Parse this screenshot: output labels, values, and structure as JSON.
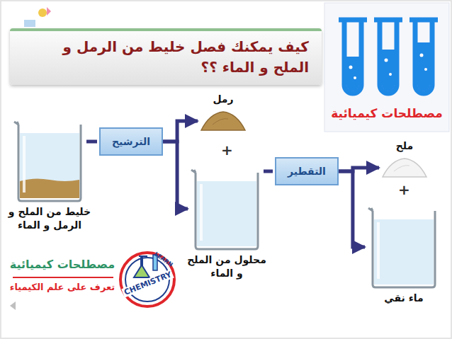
{
  "diagram": {
    "title": "كيف يمكنك فصل خليط من الرمل و الملح و الماء ؟؟",
    "nodes": [
      {
        "text": [
          "خليط من الملح و الرمل و الماء"
        ]
      },
      {
        "text": [
          "الترشيح"
        ]
      },
      {
        "text": [
          "رمل"
        ]
      },
      {
        "text": [
          "محلول من الملح و الماء"
        ]
      },
      {
        "text": [
          "التقطير"
        ]
      },
      {
        "text": [
          "ملح"
        ]
      },
      {
        "text": [
          "ماء نقي"
        ]
      }
    ],
    "edges": [
      {
        "from": 0,
        "to": 1,
        "arrow": "none"
      },
      {
        "from": 1,
        "to": 2,
        "arrow": "to"
      },
      {
        "from": 1,
        "to": 3,
        "arrow": "to"
      },
      {
        "from": 3,
        "to": 4,
        "arrow": "none"
      },
      {
        "from": 4,
        "to": 5,
        "arrow": "to"
      },
      {
        "from": 4,
        "to": 6,
        "arrow": "to"
      }
    ],
    "labels": [
      "+",
      "+",
      "مصطلحات كيميائية",
      "مصطلحات كيميائية",
      "تعرف على علم الكيمياء",
      "LEARN",
      "CHEMISTRY"
    ]
  }
}
